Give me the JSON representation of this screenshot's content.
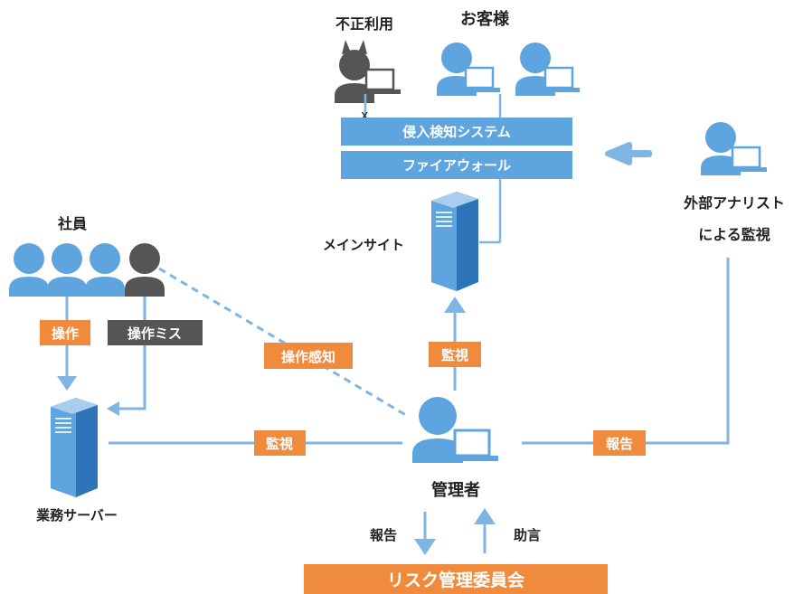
{
  "colors": {
    "blue": "#5ea4de",
    "blue_dark": "#2e74b8",
    "blue_light": "#a9cdee",
    "line": "#7fb5e2",
    "orange": "#f08a3c",
    "gray": "#555555",
    "text": "#222222"
  },
  "labels": {
    "fraud": "不正利用",
    "customers": "お客様",
    "x_mark": "x",
    "ids": "侵入検知システム",
    "firewall": "ファイアウォール",
    "main_site": "メインサイト",
    "external_line1": "外部アナリスト",
    "external_line2": "による監視",
    "employees": "社員",
    "op_tag": "操作",
    "op_error_tag": "操作ミス",
    "op_detect_tag": "操作感知",
    "monitor_up_tag": "監視",
    "monitor_left_tag": "監視",
    "report_right_tag": "報告",
    "business_server": "業務サーバー",
    "admin": "管理者",
    "report_down": "報告",
    "advice_up": "助言",
    "risk_committee": "リスク管理委員会"
  },
  "icons": {
    "person": "person-icon",
    "laptop": "laptop-icon",
    "server": "server-icon",
    "arrow": "arrow-icon"
  }
}
